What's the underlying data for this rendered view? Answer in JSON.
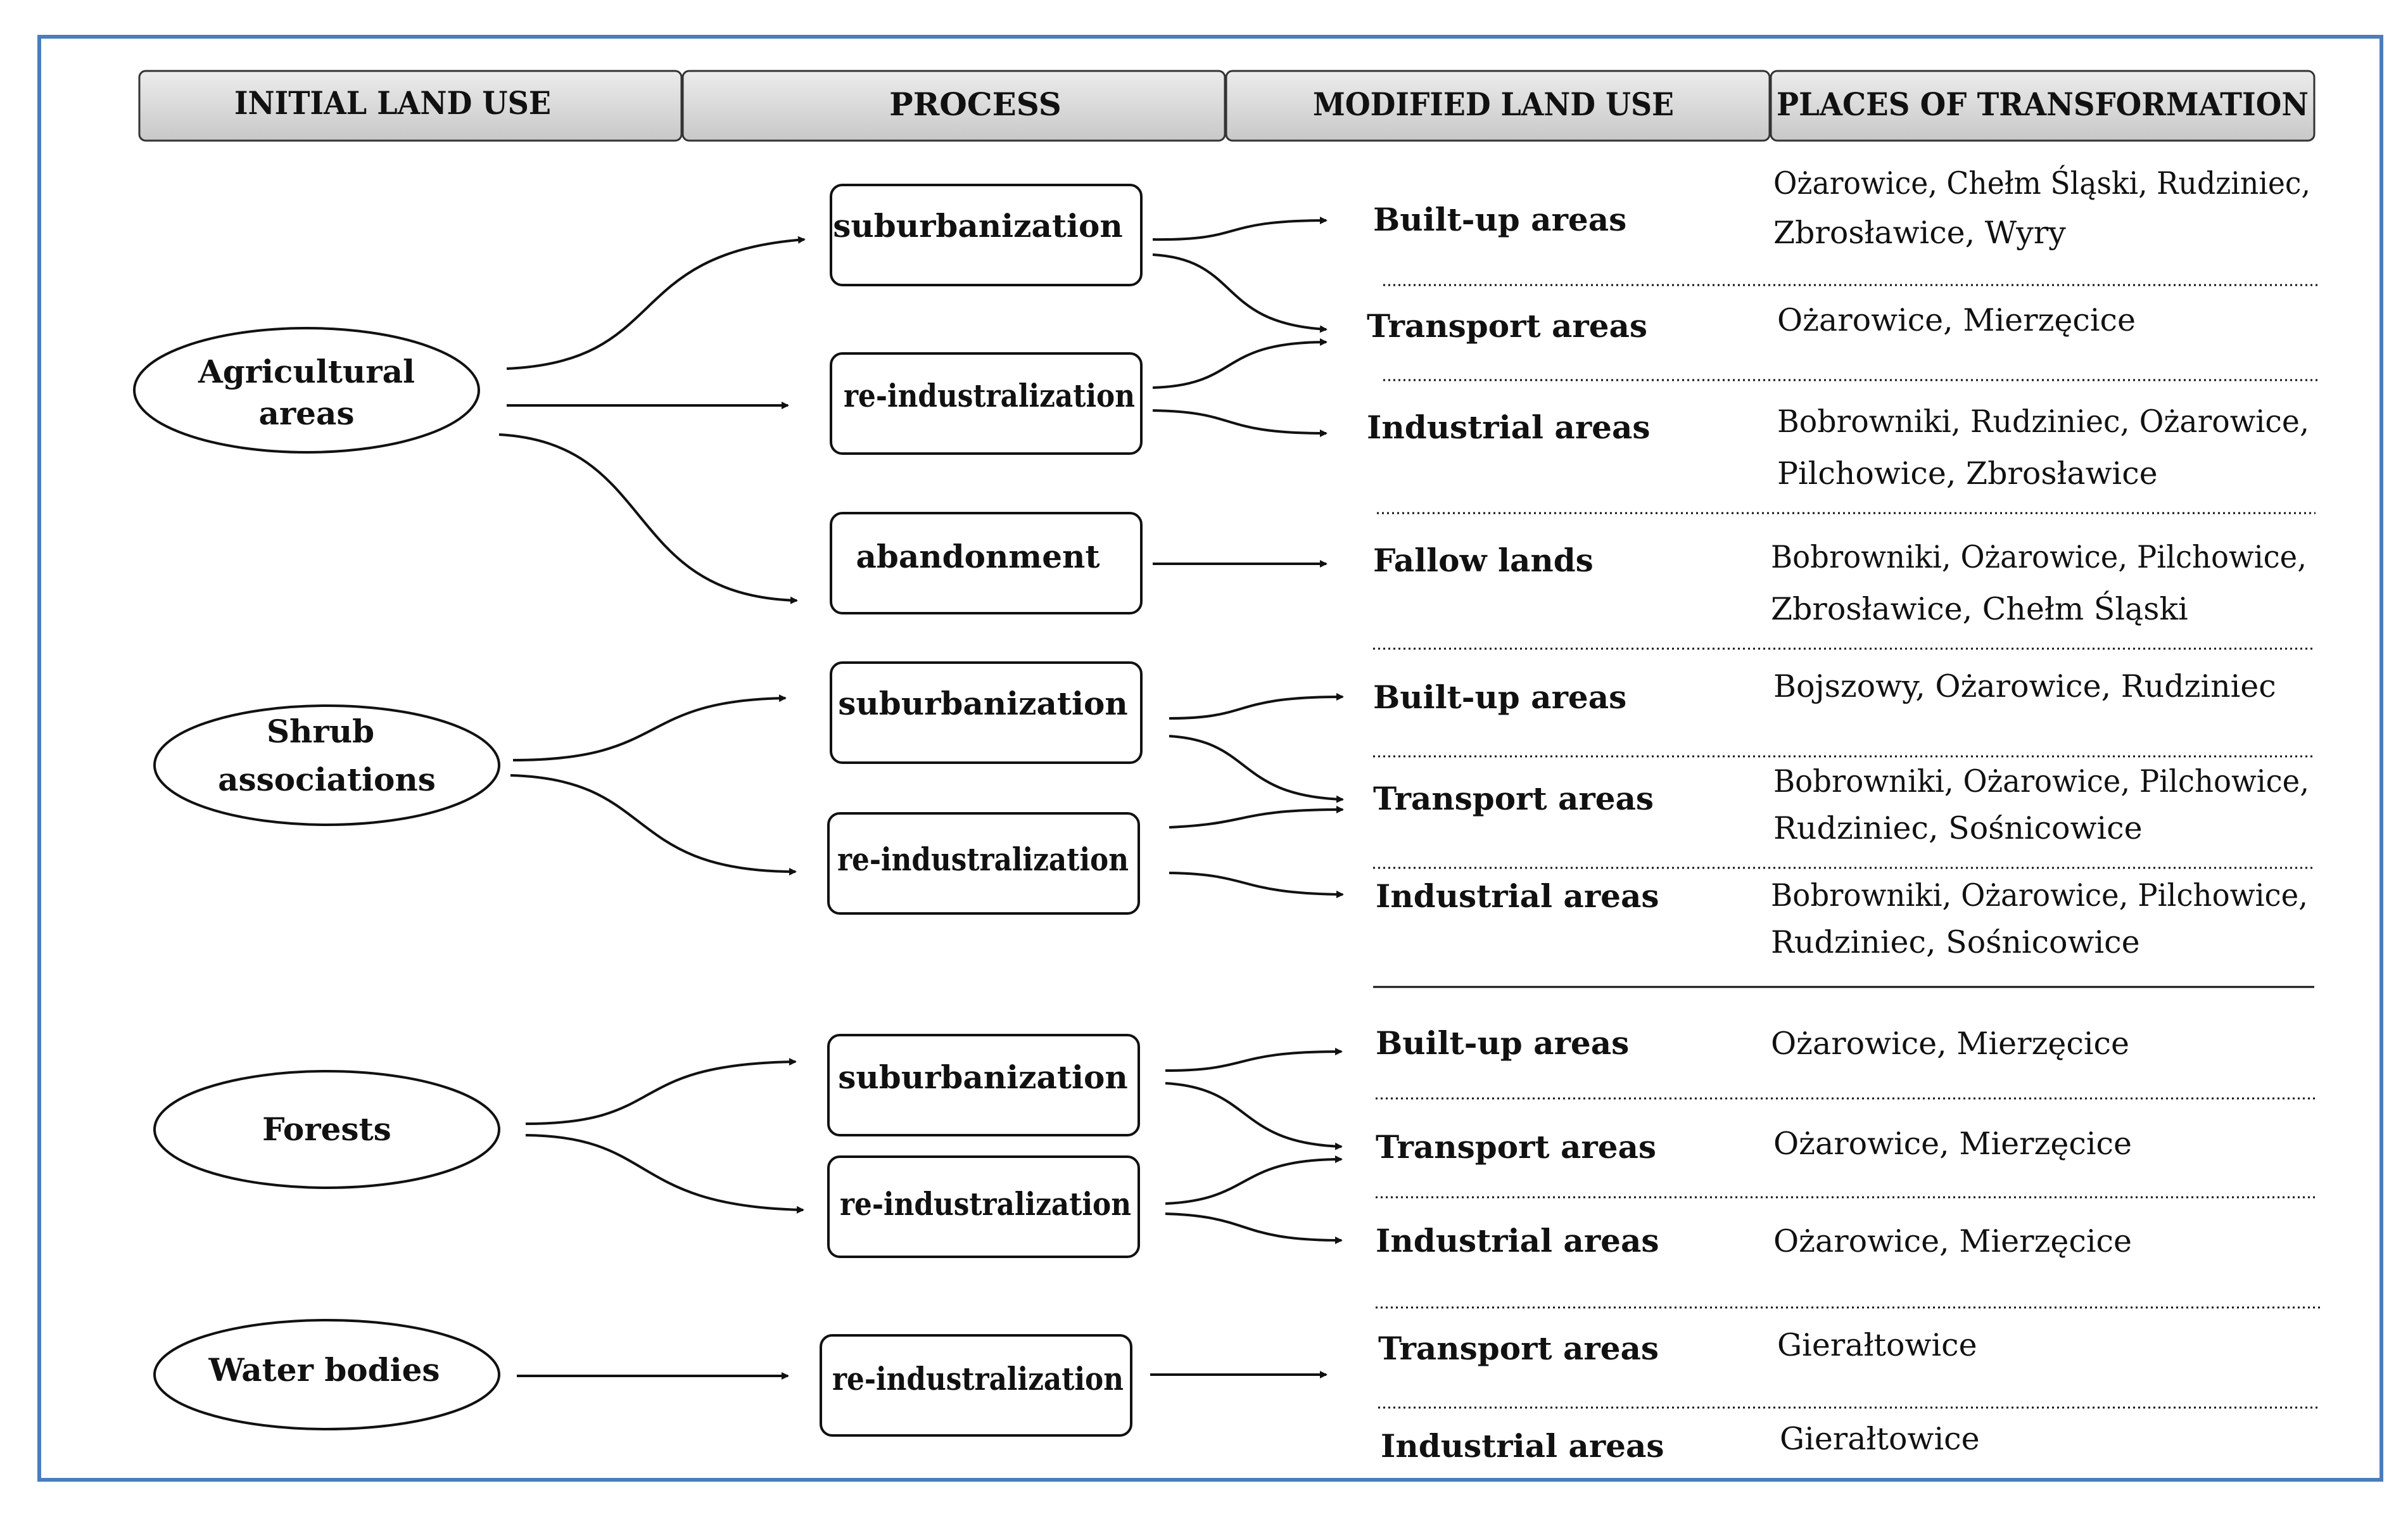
{
  "headers": {
    "initial": "INITIAL LAND USE",
    "process": "PROCESS",
    "modified": "MODIFIED LAND USE",
    "places": "PLACES OF TRANSFORMATION"
  },
  "initial_land_uses": [
    {
      "line1": "Agricultural",
      "line2": "areas"
    },
    {
      "line1": "Shrub",
      "line2": "associations"
    },
    {
      "line1": "Forests",
      "line2": ""
    },
    {
      "line1": "Water bodies",
      "line2": ""
    }
  ],
  "processes": [
    "suburbanization",
    "re-industralization",
    "abandonment",
    "suburbanization",
    "re-industralization",
    "suburbanization",
    "re-industralization",
    "re-industralization"
  ],
  "rows": [
    {
      "modified": "Built-up areas",
      "places": [
        "Ożarowice, Chełm Śląski, Rudziniec,",
        "Zbrosławice, Wyry"
      ]
    },
    {
      "modified": "Transport areas",
      "places": [
        "Ożarowice, Mierzęcice",
        ""
      ]
    },
    {
      "modified": "Industrial areas",
      "places": [
        "Bobrowniki, Rudziniec, Ożarowice,",
        "Pilchowice, Zbrosławice"
      ]
    },
    {
      "modified": "Fallow lands",
      "places": [
        "Bobrowniki, Ożarowice, Pilchowice,",
        "Zbrosławice, Chełm Śląski"
      ]
    },
    {
      "modified": "Built-up areas",
      "places": [
        "Bojszowy, Ożarowice, Rudziniec",
        ""
      ]
    },
    {
      "modified": "Transport areas",
      "places": [
        "Bobrowniki, Ożarowice, Pilchowice,",
        "Rudziniec, Sośnicowice"
      ]
    },
    {
      "modified": "Industrial areas",
      "places": [
        "Bobrowniki, Ożarowice, Pilchowice,",
        "Rudziniec, Sośnicowice"
      ]
    },
    {
      "modified": "Built-up areas",
      "places": [
        "Ożarowice, Mierzęcice",
        ""
      ]
    },
    {
      "modified": "Transport areas",
      "places": [
        "Ożarowice, Mierzęcice",
        ""
      ]
    },
    {
      "modified": "Industrial areas",
      "places": [
        "Ożarowice, Mierzęcice",
        ""
      ]
    },
    {
      "modified": "Transport areas",
      "places": [
        "Gierałtowice",
        ""
      ]
    },
    {
      "modified": "Industrial areas",
      "places": [
        "Gierałtowice",
        ""
      ]
    }
  ],
  "colors": {
    "frame": "#4a7ebb",
    "header_fill": "#d9d9d9",
    "stroke": "#111111"
  }
}
